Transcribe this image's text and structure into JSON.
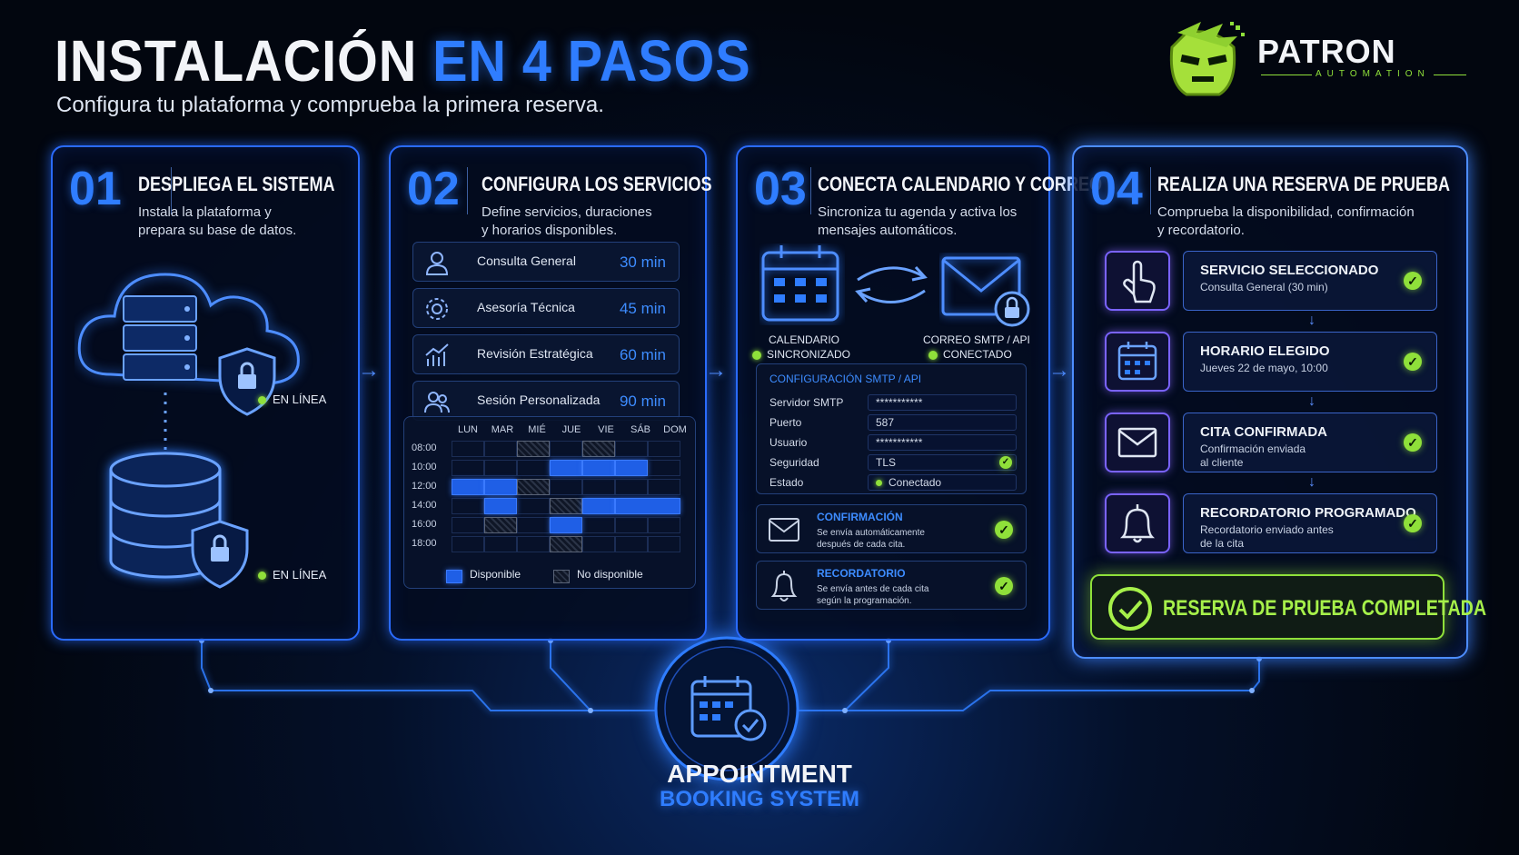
{
  "header": {
    "title_white": "INSTALACIÓN",
    "title_blue": "EN 4 PASOS",
    "subtitle": "Configura tu plataforma y comprueba la primera reserva."
  },
  "logo": {
    "name": "PATRON",
    "tagline": "AUTOMATION",
    "icon": "patron-mascot-icon",
    "accent": "#8fe03a"
  },
  "colors": {
    "accent": "#2f7dff",
    "success": "#8fe03a",
    "background": "#02060f"
  },
  "steps": [
    {
      "num": "01",
      "title": "DESPLIEGA EL SISTEMA",
      "desc1": "Instala la plataforma y",
      "desc2": "prepara su base de datos.",
      "status_top": "EN LÍNEA",
      "status_bottom": "EN LÍNEA"
    },
    {
      "num": "02",
      "title": "CONFIGURA LOS SERVICIOS",
      "desc1": "Define servicios, duraciones",
      "desc2": "y horarios disponibles.",
      "services": [
        {
          "name": "Consulta General",
          "duration": "30 min",
          "icon": "user-icon"
        },
        {
          "name": "Asesoría Técnica",
          "duration": "45 min",
          "icon": "gear-icon"
        },
        {
          "name": "Revisión Estratégica",
          "duration": "60 min",
          "icon": "chart-icon"
        },
        {
          "name": "Sesión Personalizada",
          "duration": "90 min",
          "icon": "group-icon"
        }
      ],
      "calendar": {
        "days": [
          "LUN",
          "MAR",
          "MIÉ",
          "JUE",
          "VIE",
          "SÁB",
          "DOM"
        ],
        "times": [
          "08:00",
          "10:00",
          "12:00",
          "14:00",
          "16:00",
          "18:00"
        ],
        "legend_available": "Disponible",
        "legend_unavailable": "No disponible"
      }
    },
    {
      "num": "03",
      "title": "CONECTA CALENDARIO Y CORREO",
      "desc1": "Sincroniza tu agenda y activa los",
      "desc2": "mensajes automáticos.",
      "calendar_label1": "CALENDARIO",
      "calendar_label2": "SINCRONIZADO",
      "mail_label1": "CORREO SMTP / API",
      "mail_label2": "CONECTADO",
      "smtp": {
        "header": "CONFIGURACIÓN SMTP / API",
        "server_label": "Servidor SMTP",
        "server_value": "***********",
        "port_label": "Puerto",
        "port_value": "587",
        "user_label": "Usuario",
        "user_value": "***********",
        "security_label": "Seguridad",
        "security_value": "TLS",
        "state_label": "Estado",
        "state_value": "Conectado"
      },
      "confirmation_title": "CONFIRMACIÓN",
      "confirmation_desc1": "Se envía automáticamente",
      "confirmation_desc2": "después de cada cita.",
      "reminder_title": "RECORDATORIO",
      "reminder_desc1": "Se envía antes de cada cita",
      "reminder_desc2": "según la programación."
    },
    {
      "num": "04",
      "title": "REALIZA UNA RESERVA DE PRUEBA",
      "desc1": "Comprueba la disponibilidad, confirmación",
      "desc2": "y recordatorio.",
      "items": [
        {
          "title": "SERVICIO SELECCIONADO",
          "desc1": "Consulta General (30 min)",
          "desc2": "",
          "icon": "pointer-hand-icon"
        },
        {
          "title": "HORARIO ELEGIDO",
          "desc1": "Jueves 22 de mayo, 10:00",
          "desc2": "",
          "icon": "calendar-icon"
        },
        {
          "title": "CITA CONFIRMADA",
          "desc1": "Confirmación enviada",
          "desc2": "al cliente",
          "icon": "envelope-icon"
        },
        {
          "title": "RECORDATORIO PROGRAMADO",
          "desc1": "Recordatorio enviado antes",
          "desc2": "de la cita",
          "icon": "bell-icon"
        }
      ],
      "complete": "RESERVA DE PRUEBA COMPLETADA"
    }
  ],
  "footer": {
    "line1": "APPOINTMENT",
    "line2": "BOOKING SYSTEM"
  }
}
